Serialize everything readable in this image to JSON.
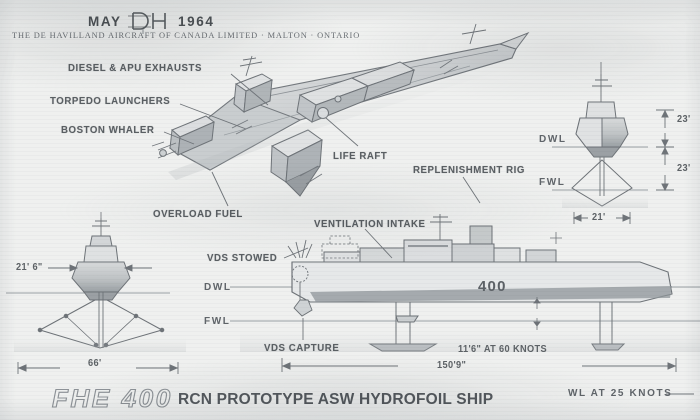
{
  "header": {
    "month": "MAY",
    "year": "1964",
    "logo_text": "DH",
    "logo_name": "de-havilland-dh-logo",
    "company_line": "THE DE HAVILLAND AIRCRAFT OF          CANADA LIMITED · MALTON · ONTARIO"
  },
  "callouts": [
    {
      "id": "diesel-apu-exhausts",
      "text": "DIESEL & APU EXHAUSTS"
    },
    {
      "id": "torpedo-launchers",
      "text": "TORPEDO LAUNCHERS"
    },
    {
      "id": "boston-whaler",
      "text": "BOSTON WHALER"
    },
    {
      "id": "overload-fuel",
      "text": "OVERLOAD FUEL"
    },
    {
      "id": "life-raft",
      "text": "LIFE RAFT"
    },
    {
      "id": "replenishment-rig",
      "text": "REPLENISHMENT RIG"
    },
    {
      "id": "ventilation-intake",
      "text": "VENTILATION INTAKE"
    },
    {
      "id": "vds-stowed",
      "text": "VDS STOWED"
    },
    {
      "id": "vds-capture",
      "text": "VDS CAPTURE"
    }
  ],
  "waterlines": {
    "profile_dwl": "DWL",
    "profile_fwl": "FWL",
    "section_dwl": "DWL",
    "section_fwl": "FWL",
    "wl_at_speed": "WL AT 25 KNOTS"
  },
  "dimensions": {
    "front_beam_hull": "21' 6\"",
    "front_foil_span": "66'",
    "section_freeboard": "23'",
    "section_draft": "23'",
    "section_beam": "21'",
    "profile_foilborne_height": "11'6\" AT 60 KNOTS",
    "profile_length": "150'9\""
  },
  "hull": {
    "pennant_number": "400"
  },
  "footer": {
    "logotype": "FHE 400",
    "title": "RCN PROTOTYPE ASW HYDROFOIL SHIP"
  },
  "colors": {
    "paper": "#eff0ef",
    "ink": "#5a5f63",
    "line": "#6d7276",
    "logo_outline": "#8d9297"
  }
}
